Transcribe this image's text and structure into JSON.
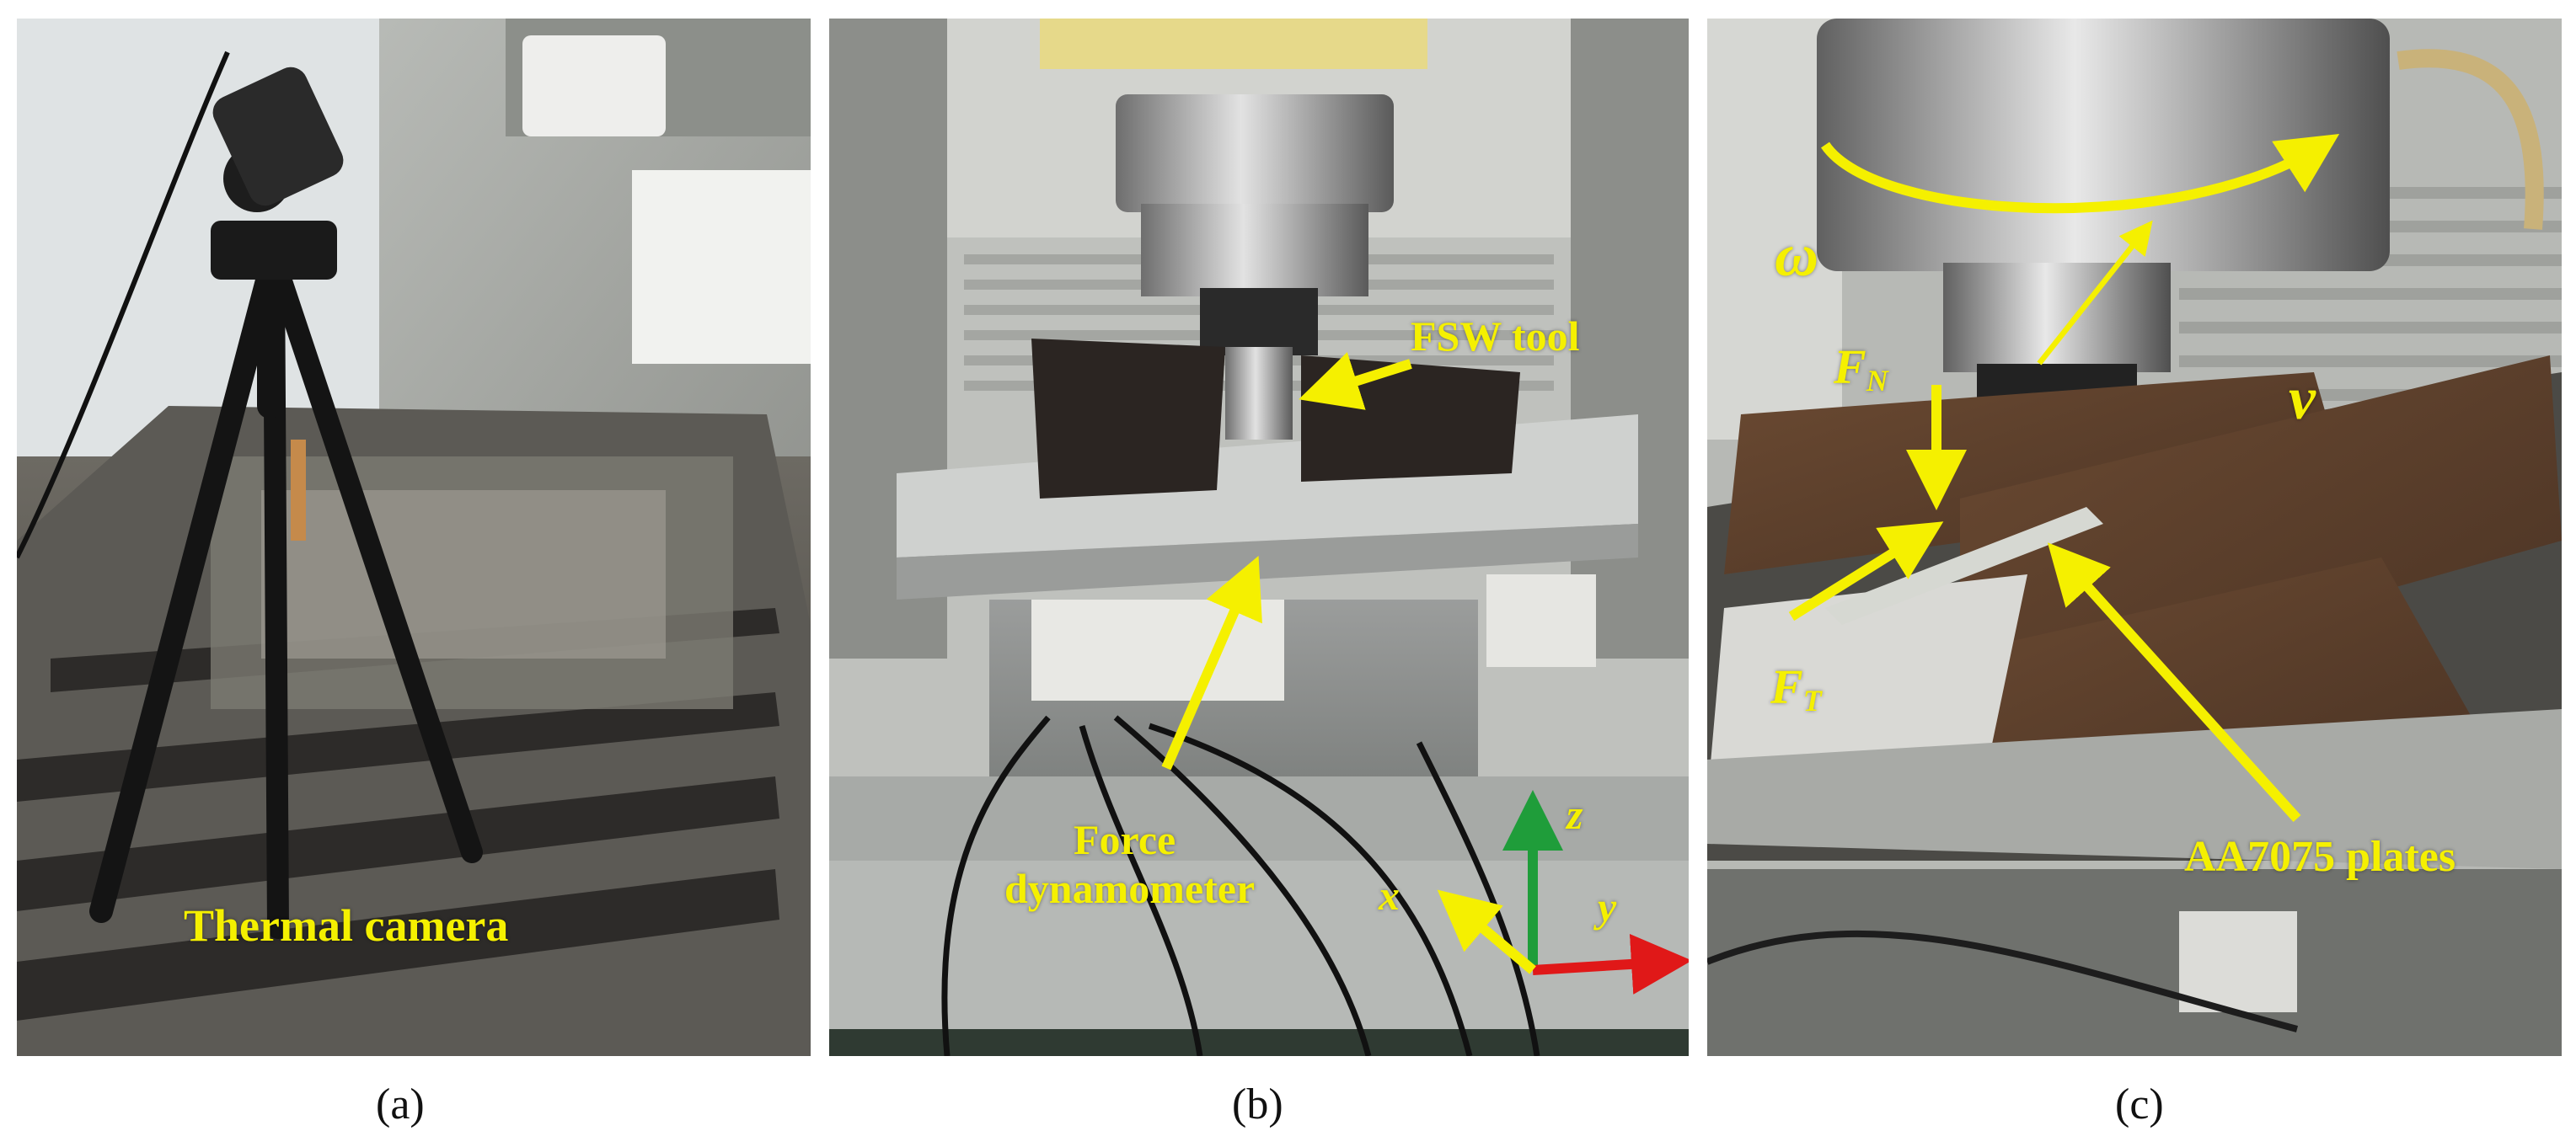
{
  "figure": {
    "panels": [
      {
        "caption": "(a)",
        "labels": {
          "thermal_camera": "Thermal camera"
        }
      },
      {
        "caption": "(b)",
        "labels": {
          "fsw_tool": "FSW tool",
          "force_line1": "Force",
          "force_line2": "dynamometer",
          "axis_x": "x",
          "axis_y": "y",
          "axis_z": "z"
        }
      },
      {
        "caption": "(c)",
        "labels": {
          "omega": "ω",
          "v": "v",
          "fn_main": "F",
          "fn_sub": "N",
          "ft_main": "F",
          "ft_sub": "T",
          "plates": "AA7075 plates"
        }
      }
    ],
    "colors": {
      "annotation": "#f5f000",
      "axis_z": "#1f9d3a",
      "axis_y": "#e01818",
      "axis_x": "#f5f000"
    }
  }
}
